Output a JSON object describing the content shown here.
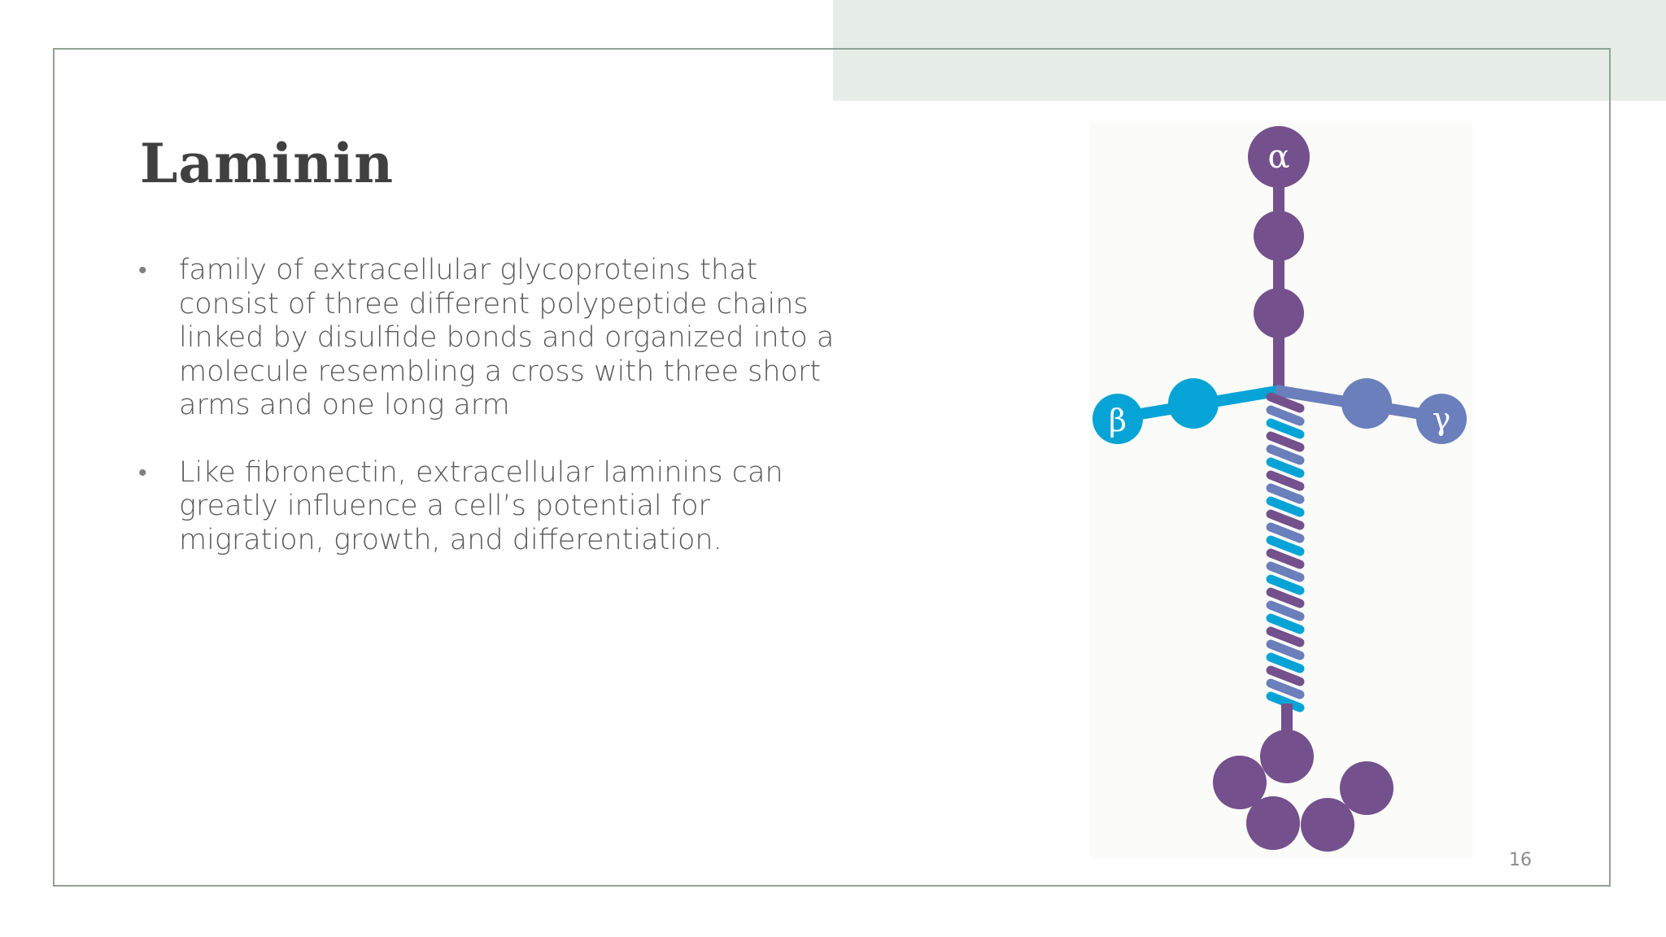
{
  "slide": {
    "title": "Laminin",
    "bullets": [
      "family of extracellular glycoproteins that consist of three different polypeptide chains linked by disulfide bonds and organized into a molecule resembling a cross with three short arms and one long arm",
      "Like fibronectin, extracellular laminins can greatly influence a cell’s potential for migration, growth, and differentiation."
    ],
    "bullet_symbol": "•",
    "page_number": "16"
  },
  "figure": {
    "alpha_label": "α",
    "beta_label": "β",
    "gamma_label": "γ",
    "colors": {
      "alpha": "#74508c",
      "beta": "#06a4d6",
      "gamma": "#6a7fbb",
      "frame": "#8fa396",
      "accent_band": "#e6ede6"
    }
  }
}
